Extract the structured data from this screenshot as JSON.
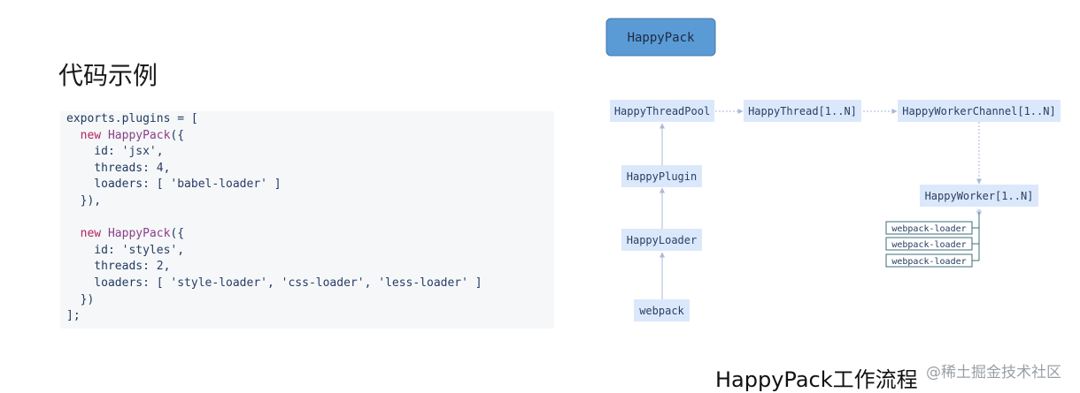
{
  "section_title": "代码示例",
  "code": {
    "lines": [
      [
        {
          "t": "plain",
          "v": "exports.plugins = ["
        }
      ],
      [
        {
          "t": "plain",
          "v": "  "
        },
        {
          "t": "kw",
          "v": "new"
        },
        {
          "t": "plain",
          "v": " "
        },
        {
          "t": "cls",
          "v": "HappyPack"
        },
        {
          "t": "plain",
          "v": "({"
        }
      ],
      [
        {
          "t": "plain",
          "v": "    id: "
        },
        {
          "t": "str",
          "v": "'jsx'"
        },
        {
          "t": "plain",
          "v": ","
        }
      ],
      [
        {
          "t": "plain",
          "v": "    threads: "
        },
        {
          "t": "num",
          "v": "4"
        },
        {
          "t": "plain",
          "v": ","
        }
      ],
      [
        {
          "t": "plain",
          "v": "    loaders: [ "
        },
        {
          "t": "str",
          "v": "'babel-loader'"
        },
        {
          "t": "plain",
          "v": " ]"
        }
      ],
      [
        {
          "t": "plain",
          "v": "  }),"
        }
      ],
      [
        {
          "t": "plain",
          "v": ""
        }
      ],
      [
        {
          "t": "plain",
          "v": "  "
        },
        {
          "t": "kw",
          "v": "new"
        },
        {
          "t": "plain",
          "v": " "
        },
        {
          "t": "cls",
          "v": "HappyPack"
        },
        {
          "t": "plain",
          "v": "({"
        }
      ],
      [
        {
          "t": "plain",
          "v": "    id: "
        },
        {
          "t": "str",
          "v": "'styles'"
        },
        {
          "t": "plain",
          "v": ","
        }
      ],
      [
        {
          "t": "plain",
          "v": "    threads: "
        },
        {
          "t": "num",
          "v": "2"
        },
        {
          "t": "plain",
          "v": ","
        }
      ],
      [
        {
          "t": "plain",
          "v": "    loaders: [ "
        },
        {
          "t": "str",
          "v": "'style-loader'"
        },
        {
          "t": "plain",
          "v": ", "
        },
        {
          "t": "str",
          "v": "'css-loader'"
        },
        {
          "t": "plain",
          "v": ", "
        },
        {
          "t": "str",
          "v": "'less-loader'"
        },
        {
          "t": "plain",
          "v": " ]"
        }
      ],
      [
        {
          "t": "plain",
          "v": "  })"
        }
      ],
      [
        {
          "t": "plain",
          "v": "];"
        }
      ]
    ]
  },
  "diagram": {
    "title_node": "HappyPack",
    "nodes": {
      "pool": "HappyThreadPool",
      "thread": "HappyThread[1..N]",
      "channel": "HappyWorkerChannel[1..N]",
      "plugin": "HappyPlugin",
      "loader": "HappyLoader",
      "webpack": "webpack",
      "worker": "HappyWorker[1..N]"
    },
    "worker_loaders": [
      "webpack-loader",
      "webpack-loader",
      "webpack-loader"
    ]
  },
  "caption": "HappyPack工作流程",
  "watermark": "@稀土掘金技术社区",
  "colors": {
    "title_node_fill": "#5b9bd5",
    "node_fill": "#dbe8fb",
    "edge": "#a9b9d8",
    "code_bg": "#f6f7f9"
  }
}
